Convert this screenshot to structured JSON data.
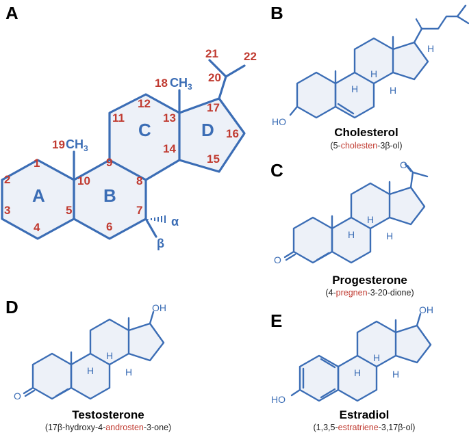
{
  "panels": [
    "A",
    "B",
    "C",
    "D",
    "E"
  ],
  "structure_a": {
    "ring_labels": [
      "A",
      "B",
      "C",
      "D"
    ],
    "carbon_numbers": [
      "1",
      "2",
      "3",
      "4",
      "5",
      "6",
      "7",
      "8",
      "9",
      "10",
      "11",
      "12",
      "13",
      "14",
      "15",
      "16",
      "17",
      "18",
      "19",
      "20",
      "21",
      "22"
    ],
    "methyl": "CH",
    "methyl_subscript": "3",
    "alpha": "α",
    "beta": "β"
  },
  "atoms": {
    "h": "H",
    "ho": "HO",
    "oh": "OH",
    "o": "O"
  },
  "compounds": [
    {
      "name": "Cholesterol",
      "iupac_pre": "(5-",
      "iupac_highlight": "cholesten",
      "iupac_post": "-3β-ol)"
    },
    {
      "name": "Progesterone",
      "iupac_pre": "(4-",
      "iupac_highlight": "pregnen",
      "iupac_post": "-3-20-dione)"
    },
    {
      "name": "Testosterone",
      "iupac_pre": "(17β-hydroxy-4-",
      "iupac_highlight": "androsten",
      "iupac_post": "-3-one)"
    },
    {
      "name": "Estradiol",
      "iupac_pre": "(1,3,5-",
      "iupac_highlight": "estratriene",
      "iupac_post": "-3,17β-ol)"
    }
  ],
  "colors": {
    "bond": "#3b6db5",
    "number": "#c03a30",
    "ring_fill": "#edf1f8"
  }
}
